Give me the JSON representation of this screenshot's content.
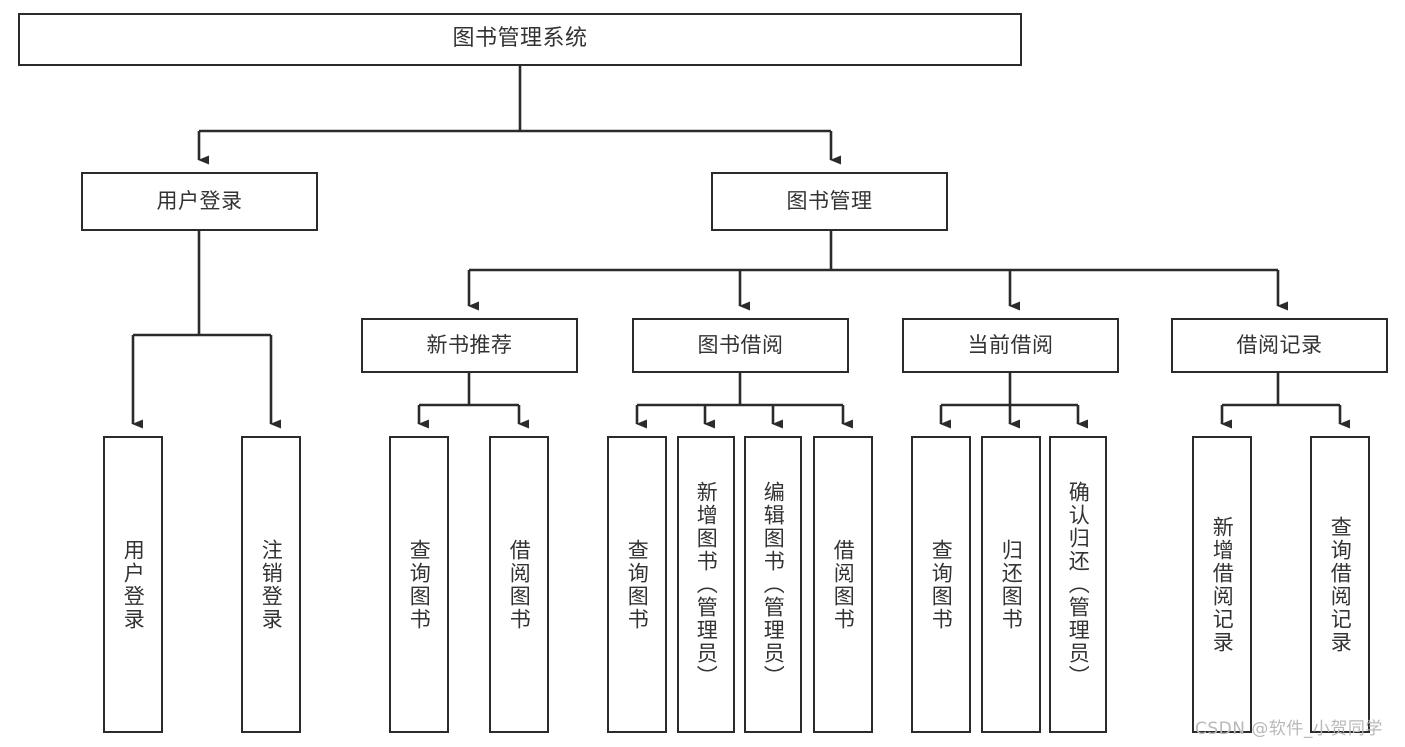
{
  "diagram": {
    "title": "图书管理系统",
    "type": "tree",
    "orientation": "top-down",
    "colors": {
      "box_border": "#2b2b2b",
      "box_fill": "#ffffff",
      "connector": "#333333",
      "text": "#333333",
      "watermark": "#b8b8b8",
      "background": "#ffffff"
    },
    "root": {
      "label": "图书管理系统"
    },
    "level2": [
      {
        "id": "user-login",
        "label": "用户登录"
      },
      {
        "id": "book-manage",
        "label": "图书管理"
      }
    ],
    "level3": [
      {
        "id": "new-book-recommend",
        "label": "新书推荐",
        "parent": "book-manage"
      },
      {
        "id": "book-borrow",
        "label": "图书借阅",
        "parent": "book-manage"
      },
      {
        "id": "current-borrow",
        "label": "当前借阅",
        "parent": "book-manage"
      },
      {
        "id": "borrow-record",
        "label": "借阅记录",
        "parent": "book-manage"
      }
    ],
    "leaves": {
      "user-login": [
        {
          "id": "leaf-user-login",
          "label": "用户登录"
        },
        {
          "id": "leaf-user-logout",
          "label": "注销登录"
        }
      ],
      "new-book-recommend": [
        {
          "id": "leaf-query-book-1",
          "label": "查询图书"
        },
        {
          "id": "leaf-borrow-book-1",
          "label": "借阅图书"
        }
      ],
      "book-borrow": [
        {
          "id": "leaf-query-book-2",
          "label": "查询图书"
        },
        {
          "id": "leaf-add-book",
          "label": "新增图书（管理员）"
        },
        {
          "id": "leaf-edit-book",
          "label": "编辑图书（管理员）"
        },
        {
          "id": "leaf-borrow-book-2",
          "label": "借阅图书"
        }
      ],
      "current-borrow": [
        {
          "id": "leaf-query-book-3",
          "label": "查询图书"
        },
        {
          "id": "leaf-return-book",
          "label": "归还图书"
        },
        {
          "id": "leaf-confirm-return",
          "label": "确认归还（管理员）"
        }
      ],
      "borrow-record": [
        {
          "id": "leaf-add-record",
          "label": "新增借阅记录"
        },
        {
          "id": "leaf-query-record",
          "label": "查询借阅记录"
        }
      ]
    }
  },
  "watermark": {
    "text": "CSDN @软件_小贺同学"
  }
}
